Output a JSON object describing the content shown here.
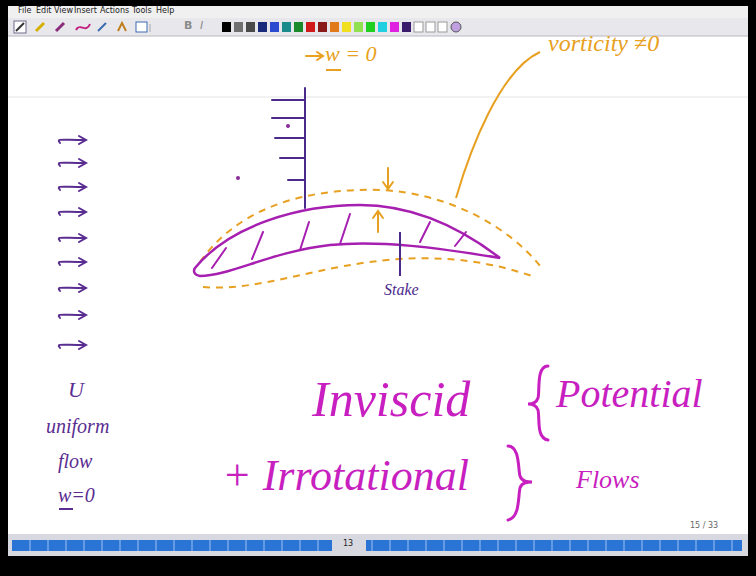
{
  "diagram": {
    "labels": [
      "File",
      "Edit",
      "View",
      "Insert",
      "Actions",
      "Tools",
      "Help",
      "B",
      "I",
      "w = 0",
      "vorticity ≠0",
      "Stake",
      "U",
      "uniform",
      "flow",
      "w=0",
      "Inviscid",
      "Potential",
      "+ Irrotational",
      "Flows",
      "13",
      "15 / 33"
    ]
  }
}
